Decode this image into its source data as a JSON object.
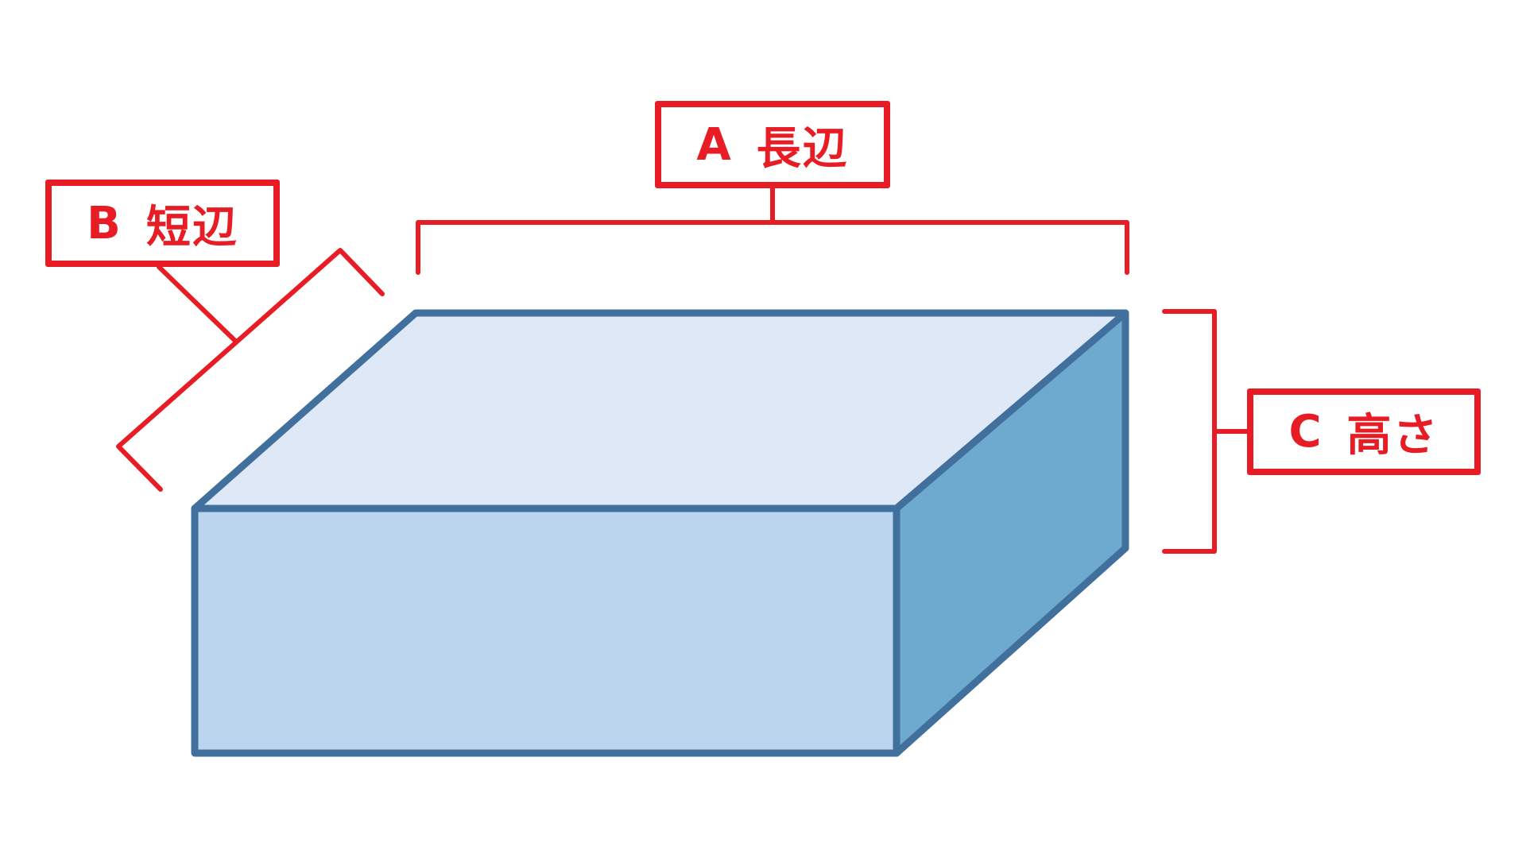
{
  "diagram": {
    "title": "",
    "colors": {
      "annotation": "#e81c24",
      "outline": "#41709c",
      "top_face": "#dee8f7",
      "front_face": "#bcd5ee",
      "side_face": "#6ea9cf",
      "background": "#ffffff"
    },
    "labels": {
      "a": {
        "letter": "A",
        "text": "長辺",
        "meaning": "long side"
      },
      "b": {
        "letter": "B",
        "text": "短辺",
        "meaning": "short side"
      },
      "c": {
        "letter": "C",
        "text": "高さ",
        "meaning": "height"
      }
    },
    "shape": "rectangular box (cuboid) in oblique projection"
  }
}
